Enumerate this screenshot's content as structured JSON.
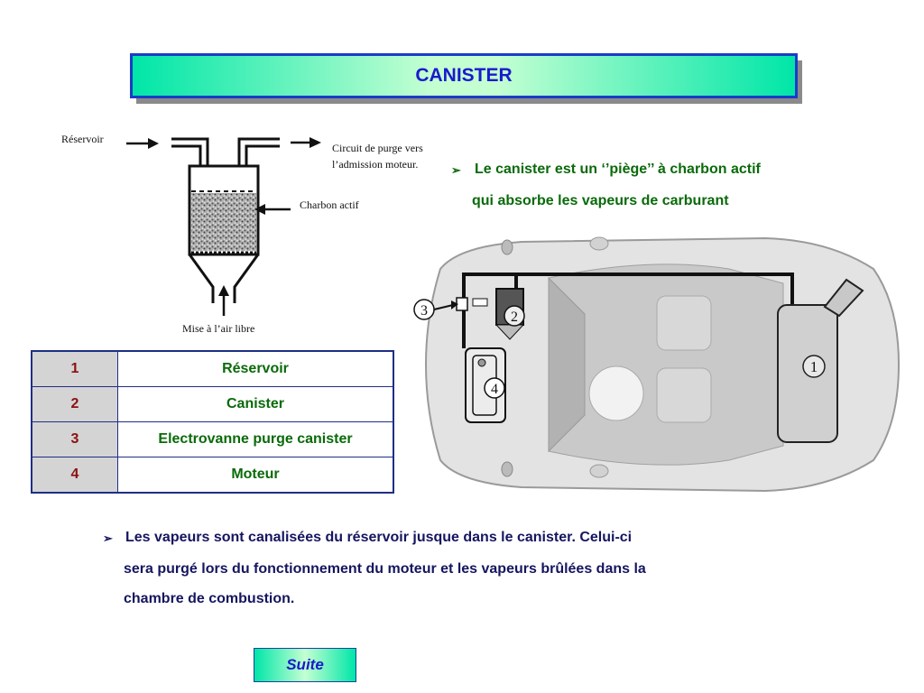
{
  "title": "CANISTER",
  "diagram": {
    "label_reservoir": "Réservoir",
    "label_circuit_line1": "Circuit  de  purge  vers",
    "label_circuit_line2": "l’admission moteur.",
    "label_charbon": "Charbon actif",
    "label_mise": "Mise à l’air libre"
  },
  "bullet1": {
    "line1": "Le canister est un ‘’piège’’ à charbon actif",
    "line2": "qui absorbe les vapeurs de carburant"
  },
  "car": {
    "marker1": "1",
    "marker2": "2",
    "marker3": "3",
    "marker4": "4"
  },
  "legend_rows": [
    {
      "num": "1",
      "name": "Réservoir"
    },
    {
      "num": "2",
      "name": "Canister"
    },
    {
      "num": "3",
      "name": "Electrovanne purge canister"
    },
    {
      "num": "4",
      "name": "Moteur"
    }
  ],
  "bullet2": {
    "line1": "Les  vapeurs  sont  canalisées  du  réservoir  jusque dans le canister. Celui-ci",
    "line2": "sera purgé lors du fonctionnement du  moteur  et  les  vapeurs brûlées  dans la",
    "line3": "chambre  de combustion."
  },
  "suite_label": "Suite",
  "colors": {
    "title_text": "#1a1acc",
    "title_border": "#1a3cc8",
    "gradient_edge": "#00e6a8",
    "gradient_center": "#c4ffd2",
    "green_text": "#0a6a0a",
    "navy_text": "#151560",
    "number_text": "#8b1010"
  }
}
